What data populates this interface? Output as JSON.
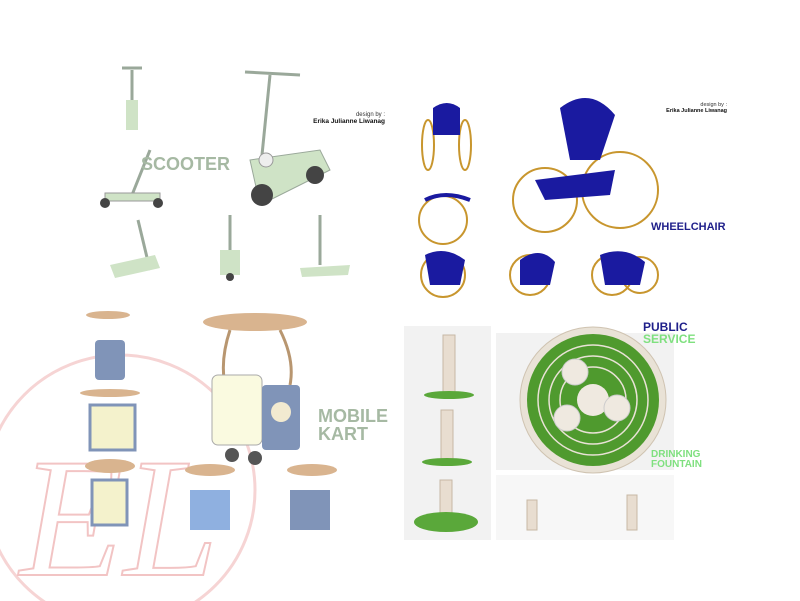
{
  "watermark": {
    "monogram": "EL",
    "color": "#f2c4c4"
  },
  "credit": {
    "label": "design by :",
    "designer": "Erika Julianne Liwanag"
  },
  "sections": {
    "scooter": {
      "title": "SCOOTER",
      "color": "#a6b9a3"
    },
    "wheelchair": {
      "title": "WHEELCHAIR",
      "color": "#1f1f8a"
    },
    "kart": {
      "title_line1": "MOBILE",
      "title_line2": "KART",
      "color": "#a6b9a3"
    },
    "fountain": {
      "heading_line1": "PUBLIC",
      "heading_line2": "SERVICE",
      "title_line1": "DRINKING",
      "title_line2": "FOUNTAIN",
      "heading_color": "#1f1f8a",
      "accent": "#7fe07f"
    }
  }
}
